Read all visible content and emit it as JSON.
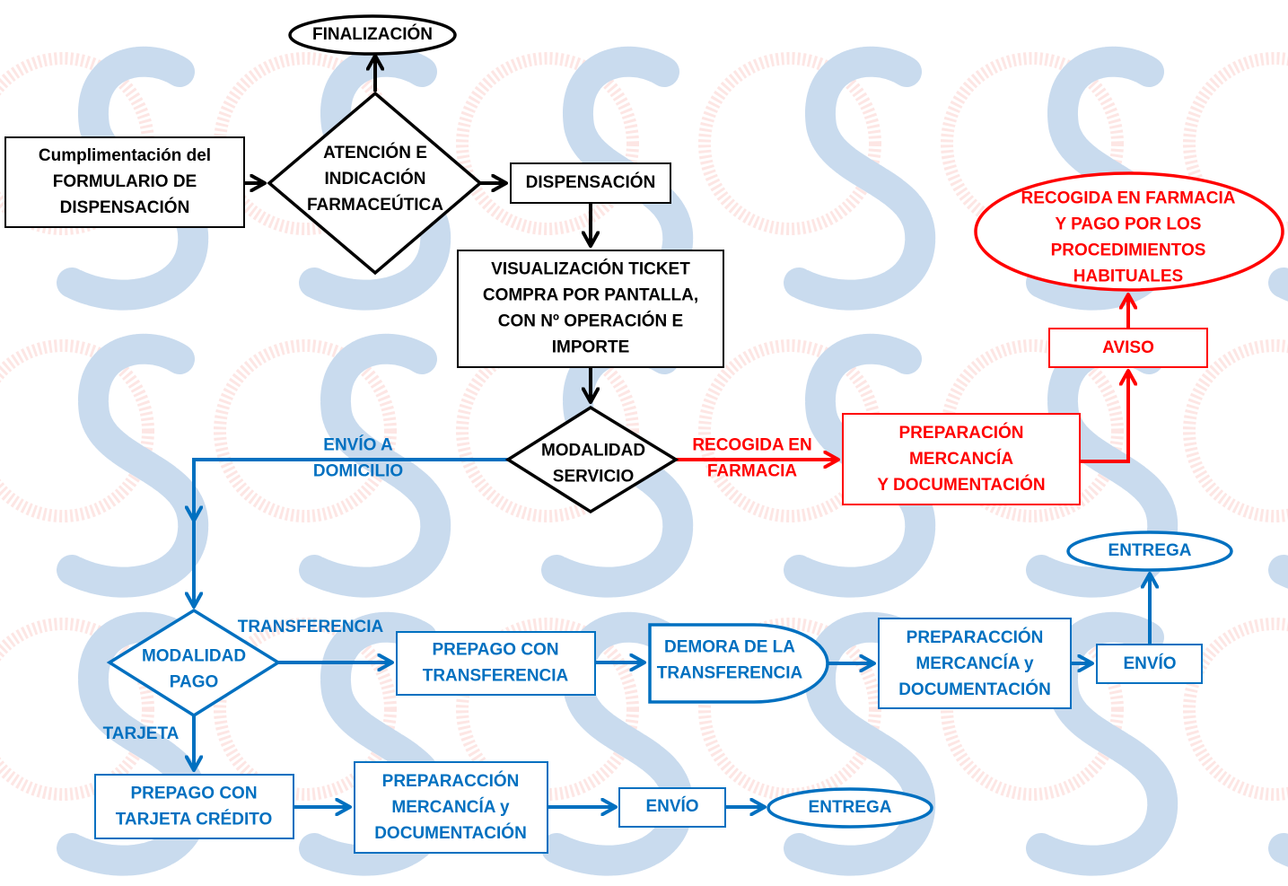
{
  "diagram": {
    "type": "flowchart",
    "language": "es",
    "colors": {
      "main_flow": "#000000",
      "pickup_flow": "#ff0000",
      "delivery_flow": "#0070c0",
      "watermark_blue": "#c9dbee",
      "watermark_red": "#fde6e4"
    },
    "nodes": {
      "formulario": {
        "shape": "rect",
        "lines": [
          "Cumplimentación del",
          "FORMULARIO DE",
          "DISPENSACIÓN"
        ]
      },
      "atencion": {
        "shape": "diamond",
        "lines": [
          "ATENCIÓN E",
          "INDICACIÓN",
          "FARMACEÚTICA"
        ]
      },
      "finalizacion": {
        "shape": "ellipse",
        "lines": [
          "FINALIZACIÓN"
        ]
      },
      "dispensacion": {
        "shape": "rect",
        "lines": [
          "DISPENSACIÓN"
        ]
      },
      "ticket": {
        "shape": "rect",
        "lines": [
          "VISUALIZACIÓN TICKET",
          "COMPRA POR PANTALLA,",
          "CON Nº OPERACIÓN E",
          "IMPORTE"
        ]
      },
      "modalidad_servicio": {
        "shape": "diamond",
        "lines": [
          "MODALIDAD",
          "SERVICIO"
        ]
      },
      "prep_farmacia": {
        "shape": "rect",
        "lines": [
          "PREPARACIÓN",
          "MERCANCÍA",
          "Y DOCUMENTACIÓN"
        ]
      },
      "aviso": {
        "shape": "rect",
        "lines": [
          "AVISO"
        ]
      },
      "recogida": {
        "shape": "ellipse",
        "lines": [
          "RECOGIDA EN FARMACIA",
          "Y PAGO POR LOS",
          "PROCEDIMIENTOS",
          "HABITUALES"
        ]
      },
      "modalidad_pago": {
        "shape": "diamond",
        "lines": [
          "MODALIDAD",
          "PAGO"
        ]
      },
      "prepago_transferencia": {
        "shape": "rect",
        "lines": [
          "PREPAGO CON",
          "TRANSFERENCIA"
        ]
      },
      "demora": {
        "shape": "delay",
        "lines": [
          "DEMORA DE LA",
          "TRANSFERENCIA"
        ]
      },
      "prep_transferencia": {
        "shape": "rect",
        "lines": [
          "PREPARACCIÓN",
          "MERCANCÍA y",
          "DOCUMENTACIÓN"
        ]
      },
      "envio_transferencia": {
        "shape": "rect",
        "lines": [
          "ENVÍO"
        ]
      },
      "entrega_transferencia": {
        "shape": "ellipse",
        "lines": [
          "ENTREGA"
        ]
      },
      "prepago_tarjeta": {
        "shape": "rect",
        "lines": [
          "PREPAGO CON",
          "TARJETA CRÉDITO"
        ]
      },
      "prep_tarjeta": {
        "shape": "rect",
        "lines": [
          "PREPARACCIÓN",
          "MERCANCÍA y",
          "DOCUMENTACIÓN"
        ]
      },
      "envio_tarjeta": {
        "shape": "rect",
        "lines": [
          "ENVÍO"
        ]
      },
      "entrega_tarjeta": {
        "shape": "ellipse",
        "lines": [
          "ENTREGA"
        ]
      }
    },
    "edge_labels": {
      "envio_domicilio": [
        "ENVÍO A",
        "DOMICILIO"
      ],
      "recogida_farmacia": [
        "RECOGIDA EN",
        "FARMACIA"
      ],
      "transferencia": [
        "TRANSFERENCIA"
      ],
      "tarjeta": [
        "TARJETA"
      ]
    },
    "edges": [
      {
        "from": "formulario",
        "to": "atencion"
      },
      {
        "from": "atencion",
        "to": "finalizacion"
      },
      {
        "from": "atencion",
        "to": "dispensacion"
      },
      {
        "from": "dispensacion",
        "to": "ticket"
      },
      {
        "from": "ticket",
        "to": "modalidad_servicio"
      },
      {
        "from": "modalidad_servicio",
        "to": "prep_farmacia",
        "label": "recogida_farmacia"
      },
      {
        "from": "prep_farmacia",
        "to": "aviso"
      },
      {
        "from": "aviso",
        "to": "recogida"
      },
      {
        "from": "modalidad_servicio",
        "to": "modalidad_pago",
        "label": "envio_domicilio"
      },
      {
        "from": "modalidad_pago",
        "to": "prepago_transferencia",
        "label": "transferencia"
      },
      {
        "from": "prepago_transferencia",
        "to": "demora"
      },
      {
        "from": "demora",
        "to": "prep_transferencia"
      },
      {
        "from": "prep_transferencia",
        "to": "envio_transferencia"
      },
      {
        "from": "envio_transferencia",
        "to": "entrega_transferencia"
      },
      {
        "from": "modalidad_pago",
        "to": "prepago_tarjeta",
        "label": "tarjeta"
      },
      {
        "from": "prepago_tarjeta",
        "to": "prep_tarjeta"
      },
      {
        "from": "prep_tarjeta",
        "to": "envio_tarjeta"
      },
      {
        "from": "envio_tarjeta",
        "to": "entrega_tarjeta"
      }
    ]
  }
}
